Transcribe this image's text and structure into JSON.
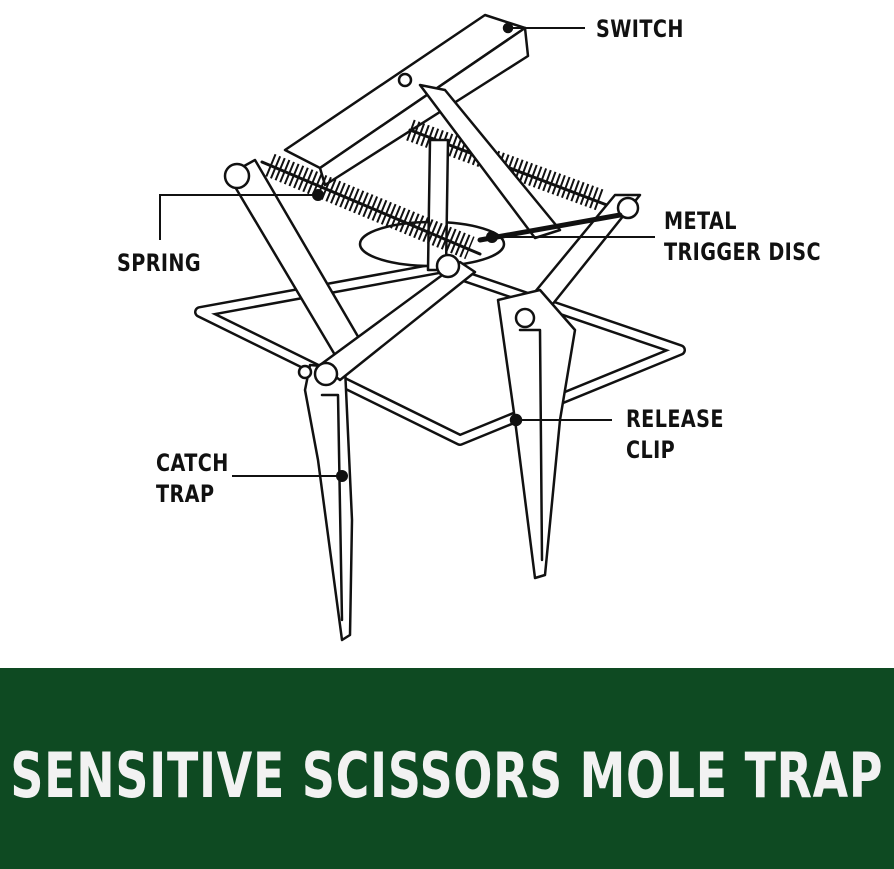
{
  "labels": {
    "switch": "SWITCH",
    "spring": "SPRING",
    "metal_trigger_disc": [
      "METAL",
      "TRIGGER DISC"
    ],
    "release_clip": [
      "RELEASE",
      "CLIP"
    ],
    "catch_trap": [
      "CATCH",
      "TRAP"
    ]
  },
  "banner": {
    "title": "SENSITIVE SCISSORS MOLE TRAP"
  },
  "colors": {
    "banner_bg": "#0e4a22",
    "banner_text": "#f2f2f2",
    "line": "#111111"
  }
}
